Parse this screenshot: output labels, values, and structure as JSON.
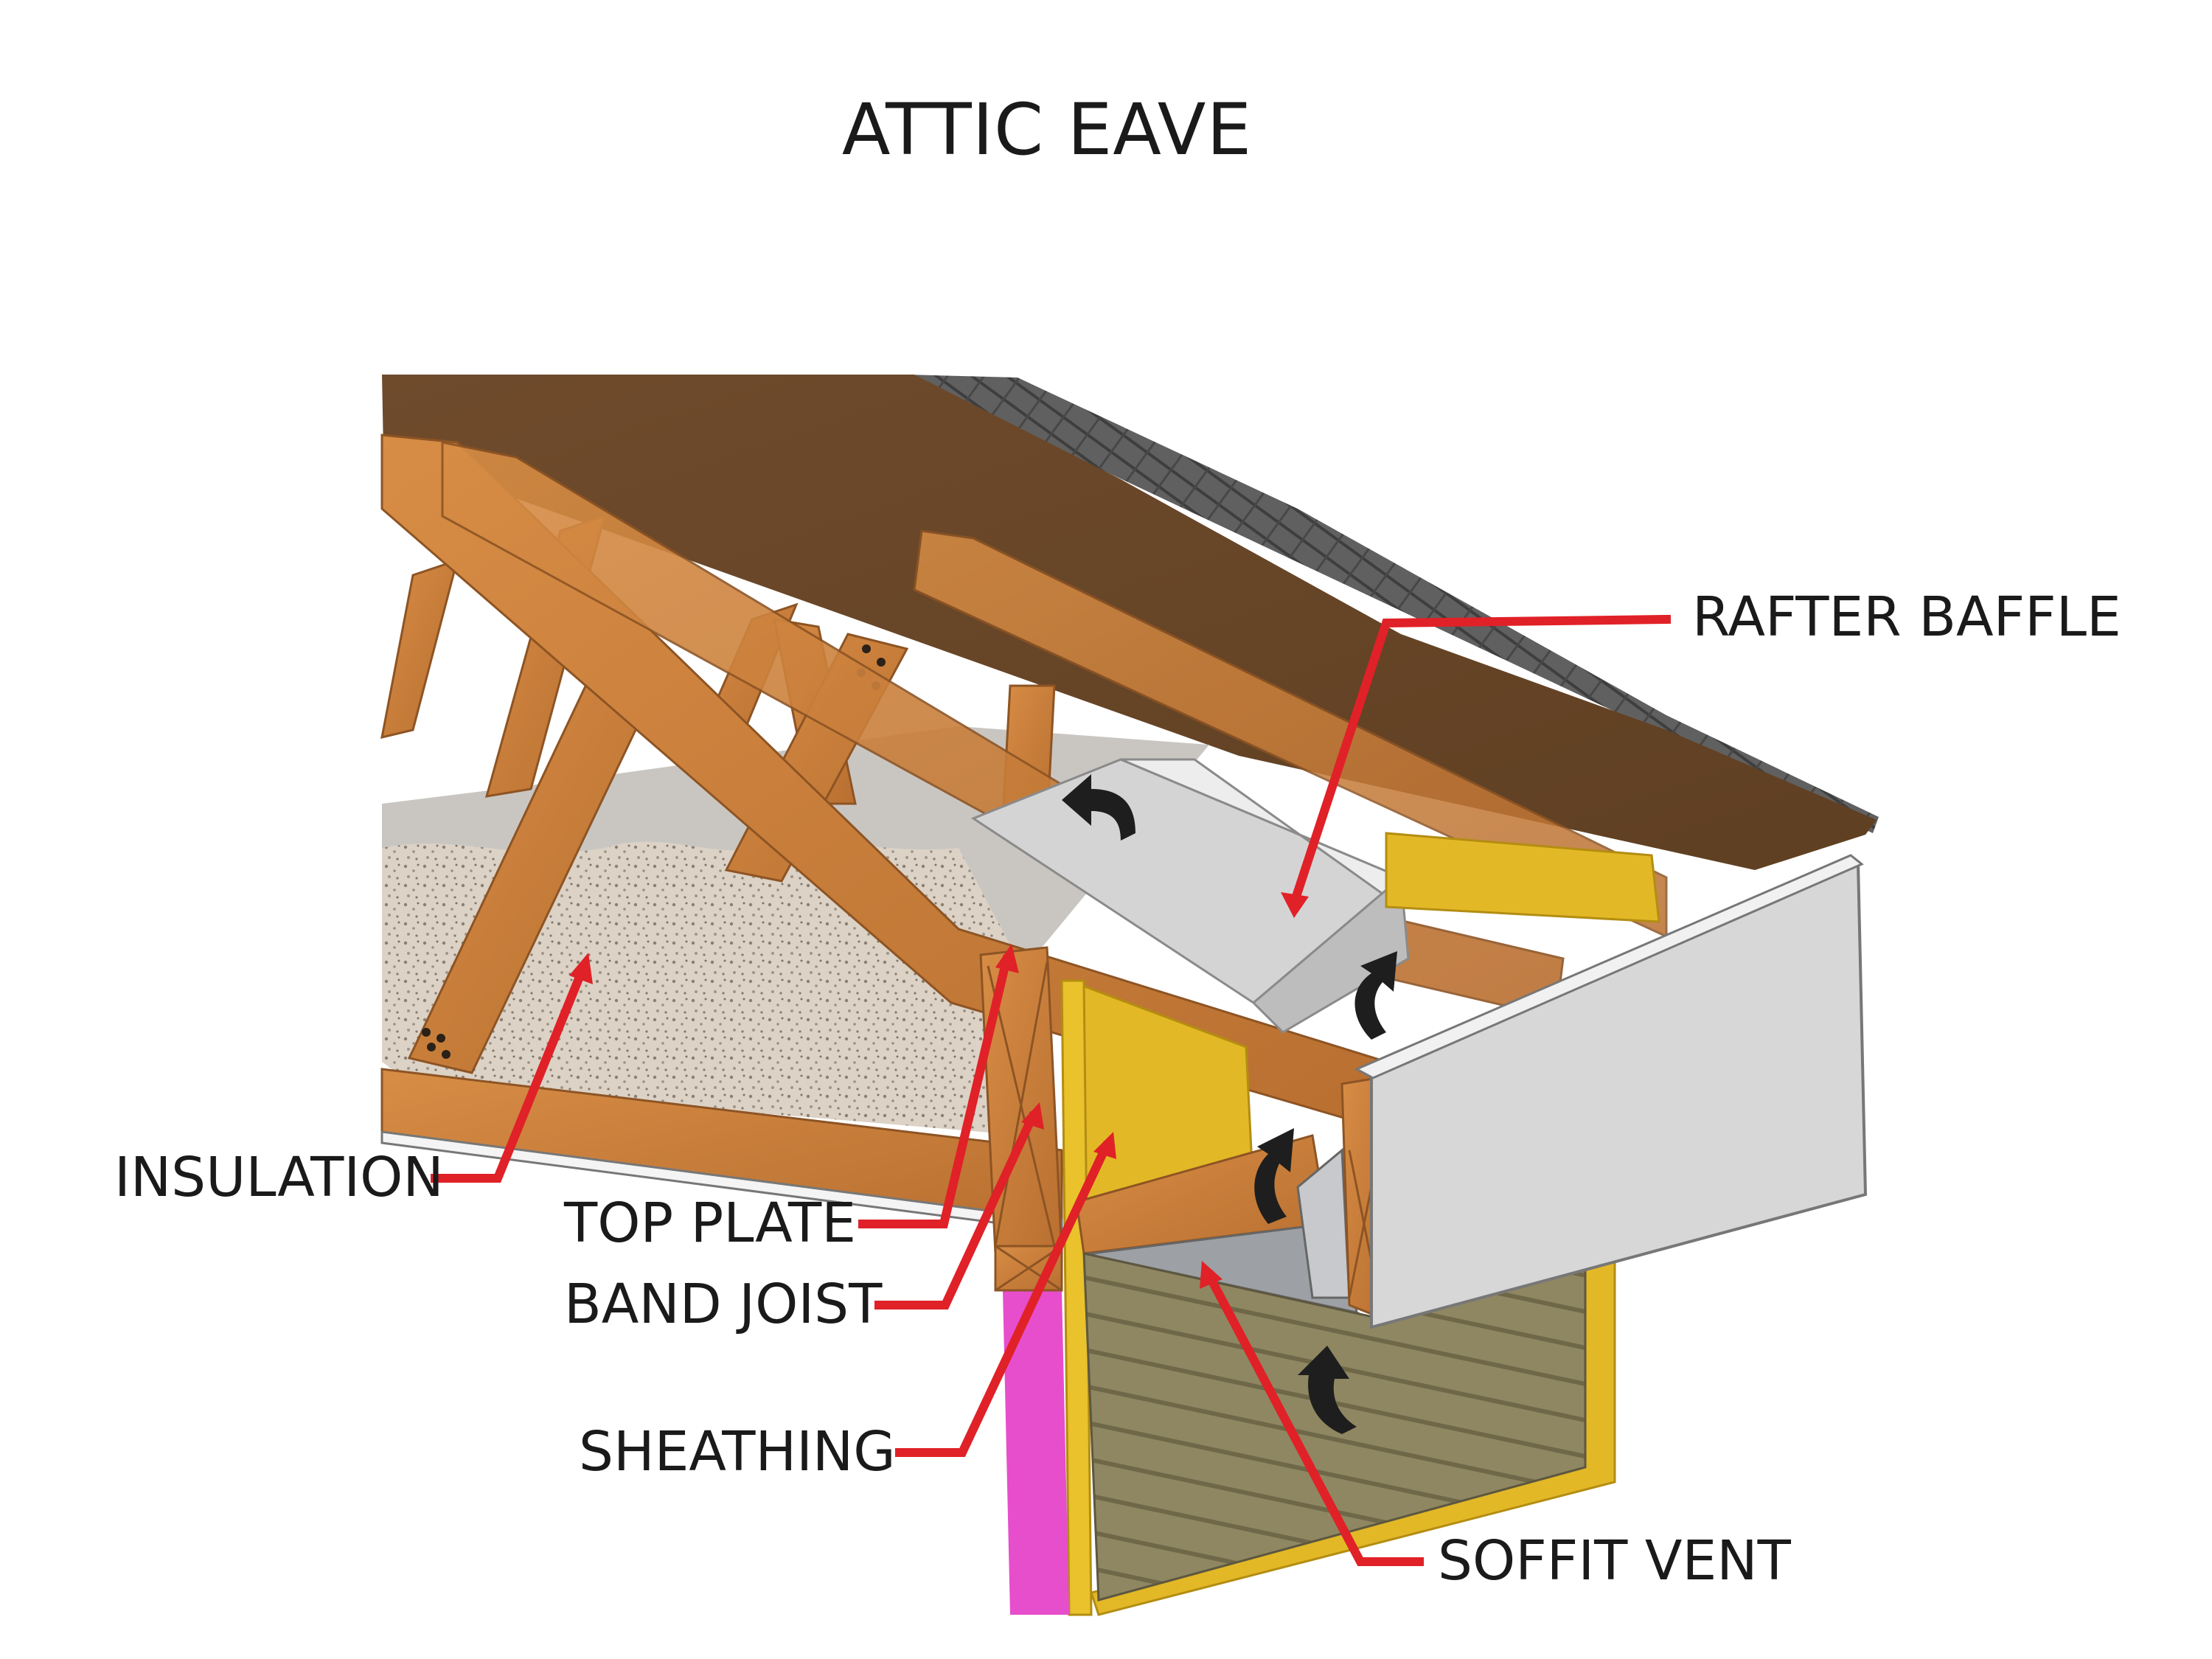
{
  "title": "ATTIC EAVE",
  "labels": {
    "insulation": "INSULATION",
    "top_plate": "TOP PLATE",
    "band_joist": "BAND JOIST",
    "sheathing": "SHEATHING",
    "rafter_baffle": "RAFTER BAFFLE",
    "soffit_vent": "SOFFIT VENT"
  },
  "colors": {
    "leader": "#e02127",
    "roof_deck": "#6d4a2b",
    "shingles": "#5e5e5e",
    "framing": "#c97e3a",
    "insulation": "#d9cfc2",
    "wall_sheathing": "#e3b826",
    "wall_insulation": "#e64ecb",
    "siding": "#8c8460",
    "fascia": "#d7d7d7",
    "airflow_arrow": "#1e1e1e"
  }
}
